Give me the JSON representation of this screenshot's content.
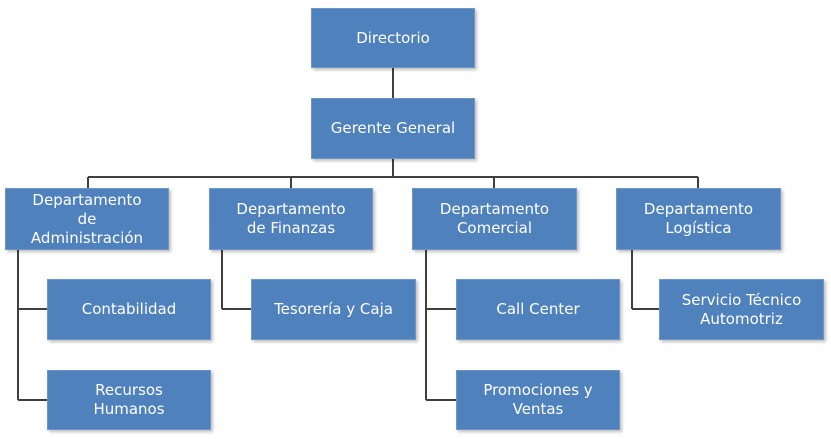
{
  "org_chart": {
    "top": {
      "directorio": "Directorio",
      "gerente_general": "Gerente General"
    },
    "departments": [
      {
        "label": "Departamento\nde\nAdministración",
        "subunits": [
          "Contabilidad",
          "Recursos\nHumanos"
        ]
      },
      {
        "label": "Departamento\nde Finanzas",
        "subunits": [
          "Tesorería y Caja"
        ]
      },
      {
        "label": "Departamento\nComercial",
        "subunits": [
          "Call Center",
          "Promociones y\nVentas"
        ]
      },
      {
        "label": "Departamento\nLogística",
        "subunits": [
          "Servicio Técnico\nAutomotriz"
        ]
      }
    ]
  },
  "colors": {
    "box_fill": "#4f81bd",
    "box_text": "#ffffff",
    "connector": "#404040"
  }
}
